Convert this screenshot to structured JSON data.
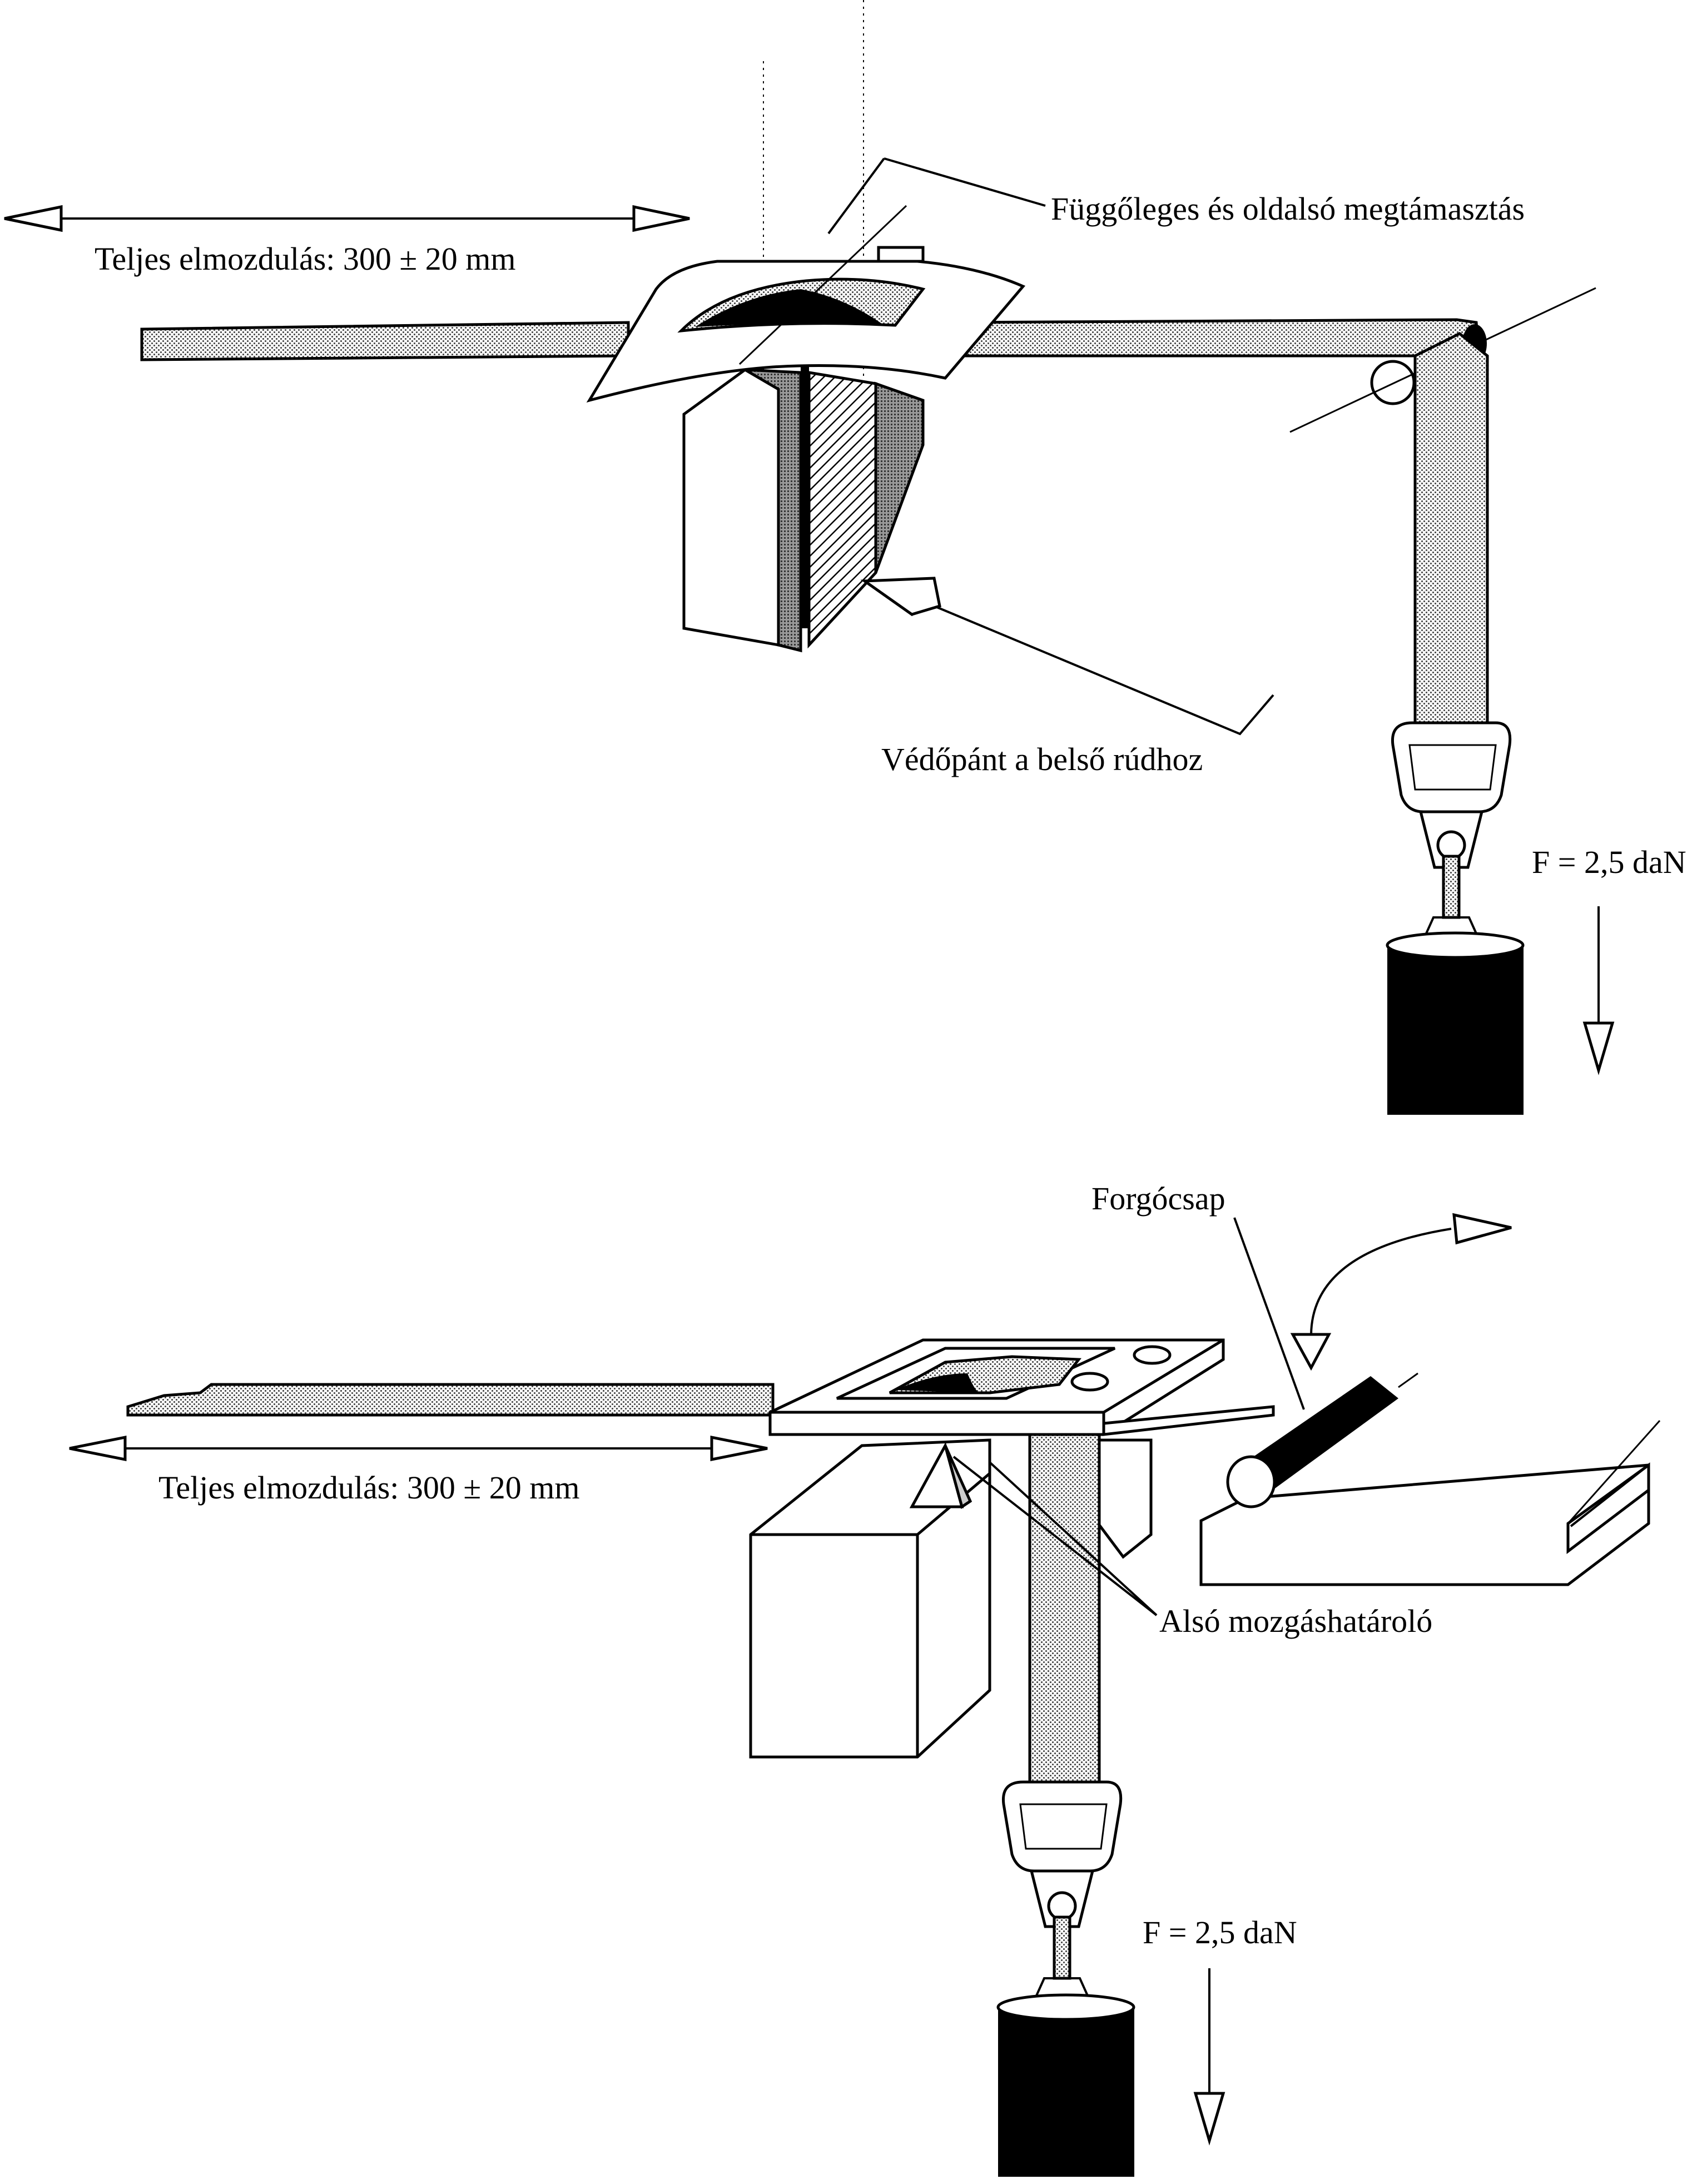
{
  "figure_1": {
    "label_support": "Függőleges és oldalsó megtámasztás",
    "label_travel": "Teljes elmozdulás: 300 ± 20 mm",
    "label_guard": "Védőpánt a belső rúdhoz",
    "label_force": "F = 2,5 daN"
  },
  "figure_2": {
    "label_pivot": "Forgócsap",
    "label_travel": "Teljes elmozdulás: 300 ± 20 mm",
    "label_stop": "Alsó mozgáshatároló",
    "label_force": "F = 2,5 daN"
  },
  "colors": {
    "ink": "#000000",
    "paper": "#ffffff",
    "stipple": "#b8b8b8"
  }
}
